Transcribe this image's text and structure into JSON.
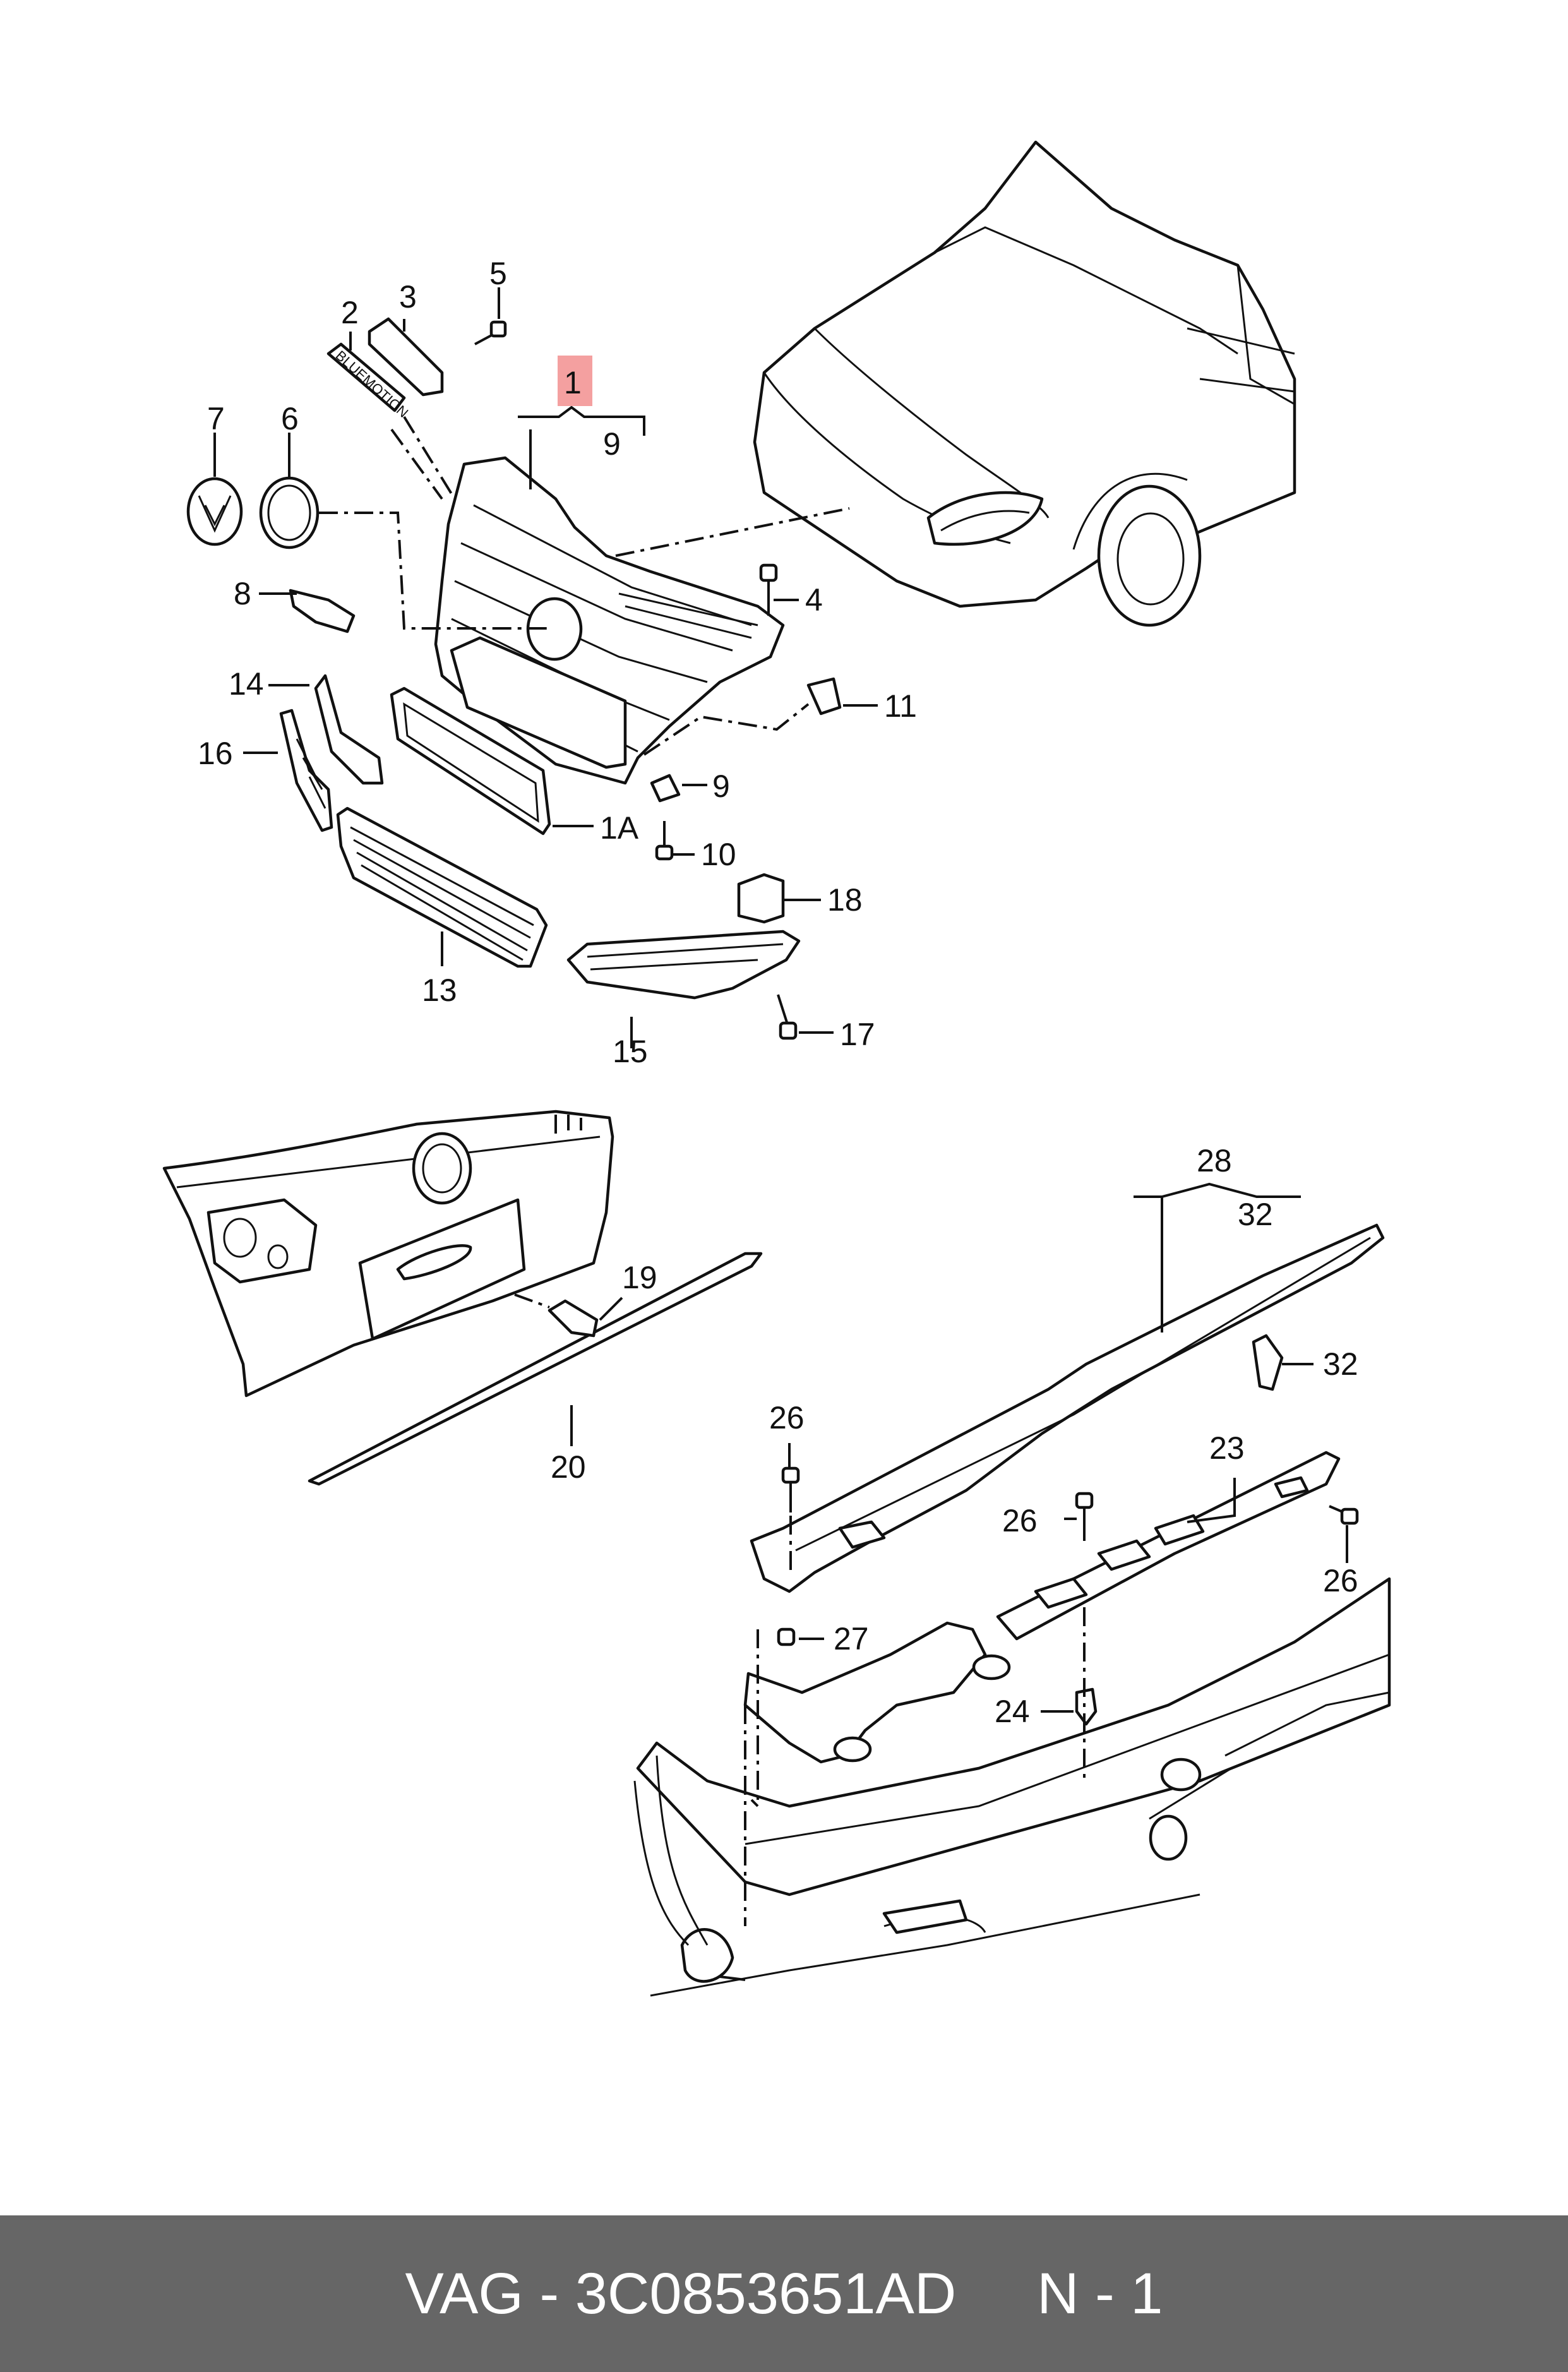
{
  "diagram": {
    "callouts": {
      "c1": "1",
      "c1A": "1A",
      "c2": "2",
      "c3": "3",
      "c4": "4",
      "c5": "5",
      "c6": "6",
      "c7": "7",
      "c8": "8",
      "c9a": "9",
      "c9b": "9",
      "c10": "10",
      "c11": "11",
      "c13": "13",
      "c14": "14",
      "c15": "15",
      "c16": "16",
      "c17": "17",
      "c18": "18",
      "c19": "19",
      "c20": "20",
      "c23": "23",
      "c24": "24",
      "c26a": "26",
      "c26b": "26",
      "c26c": "26",
      "c27": "27",
      "c28": "28",
      "c32a": "32",
      "c32b": "32"
    },
    "badge_text": "BLUEMOTION",
    "highlight_color": "#f4a0a0"
  },
  "footer": {
    "text": "VAG - 3C0853651AD     N - 1",
    "background": "#666666"
  }
}
